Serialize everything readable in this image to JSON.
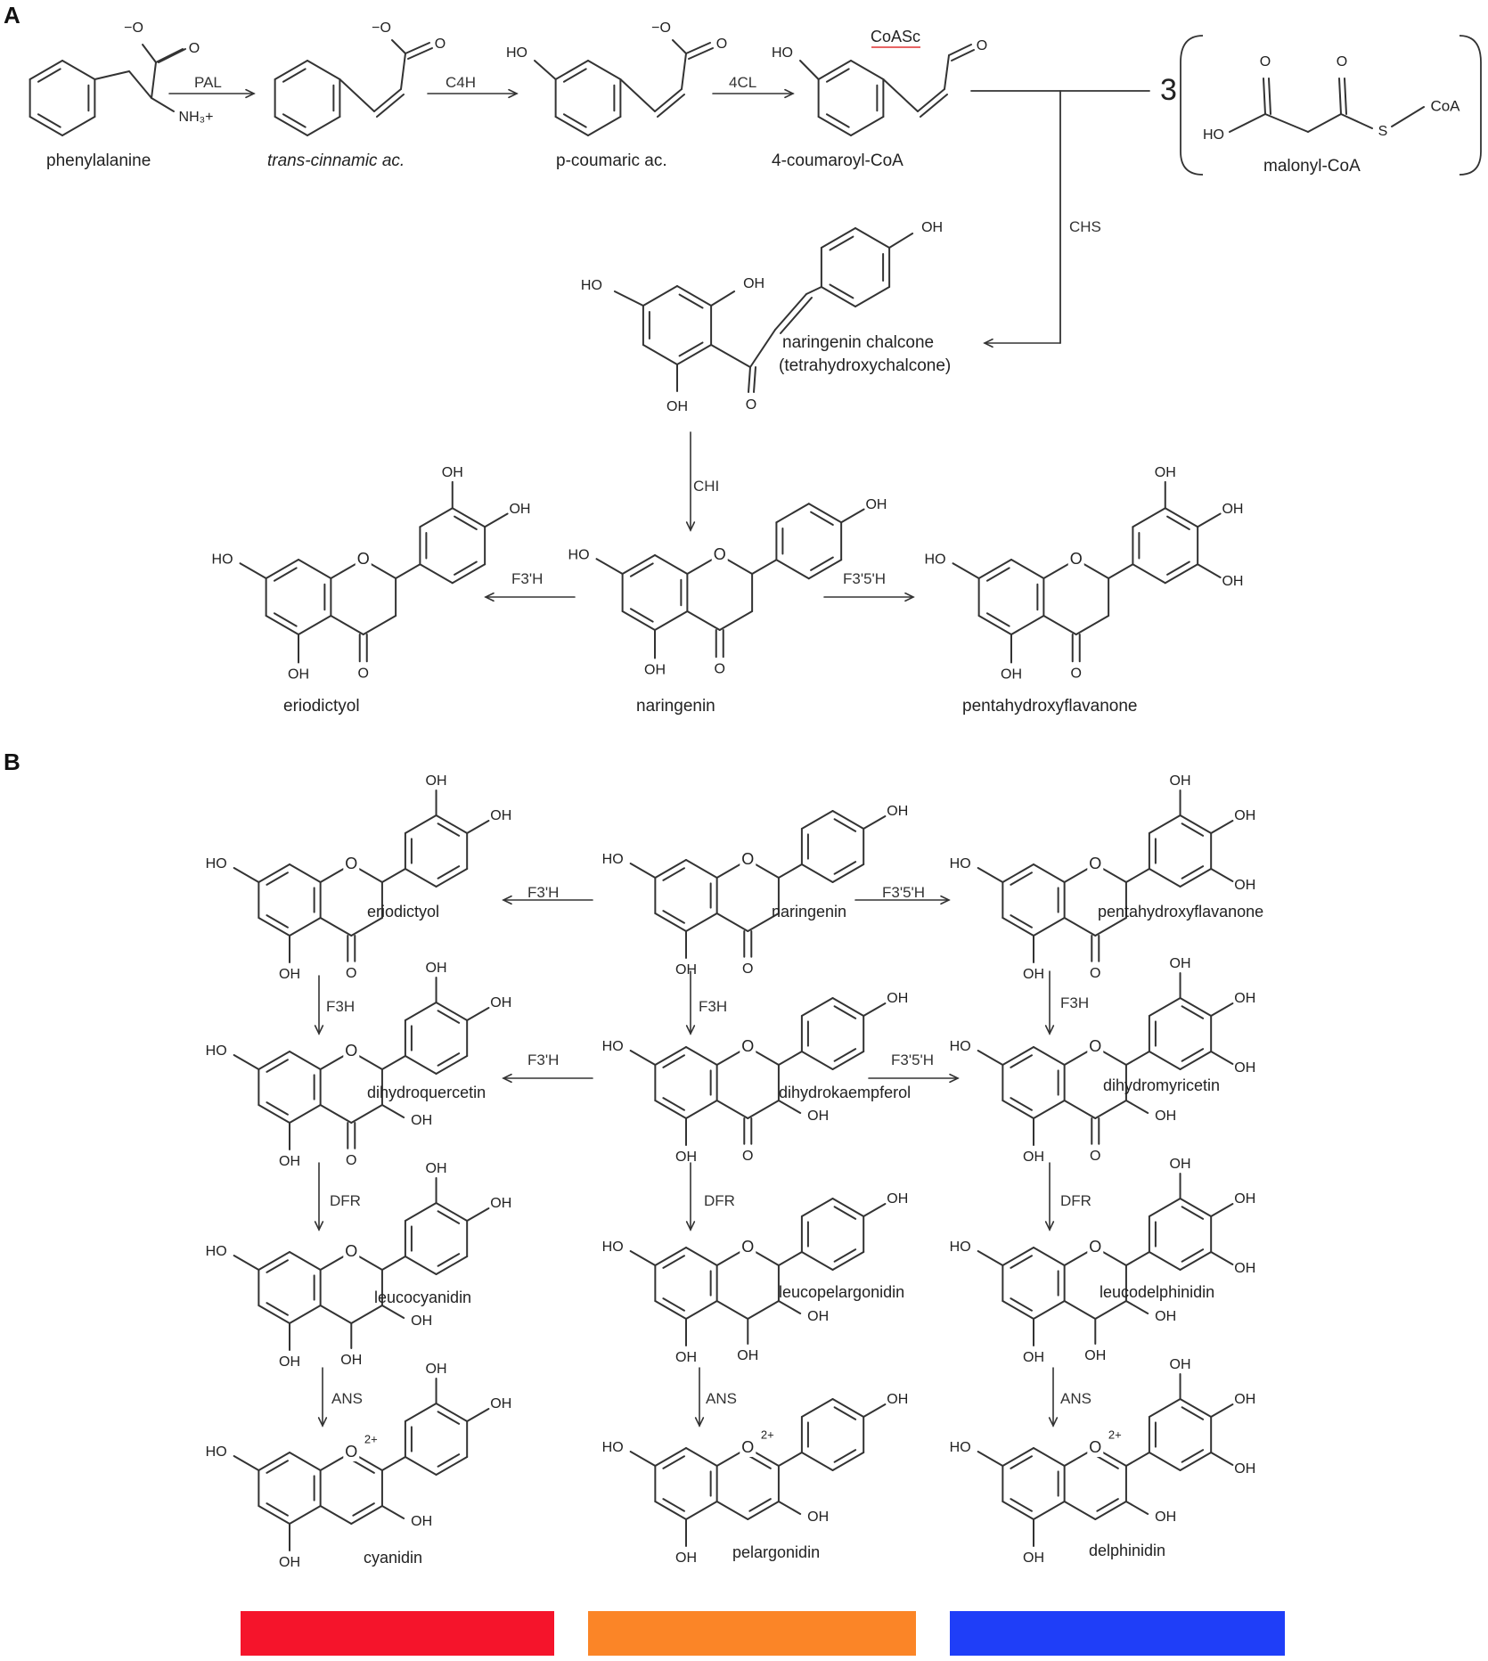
{
  "panels": {
    "a": "A",
    "b": "B"
  },
  "compounds_a": {
    "phenylalanine": "phenylalanine",
    "cinnamic": "trans-cinnamic ac.",
    "coumaric": "p-coumaric ac.",
    "coumaroyl": "4-coumaroyl-CoA",
    "malonyl": "malonyl-CoA",
    "malonyl_multiplier": "3",
    "chalcone_line1": "naringenin chalcone",
    "chalcone_line2": "(tetrahydroxychalcone)",
    "naringenin": "naringenin",
    "eriodictyol": "eriodictyol",
    "pentahydroxyflavanone": "pentahydroxyflavanone"
  },
  "enzymes_a": {
    "pal": "PAL",
    "c4h": "C4H",
    "cl4": "4CL",
    "chs": "CHS",
    "chi": "CHI",
    "f3h_prime": "F3'H",
    "f35h": "F3'5'H"
  },
  "compounds_b": {
    "eriodictyol": "eriodictyol",
    "naringenin": "naringenin",
    "pentahydroxyflavanone": "pentahydroxyflavanone",
    "dihydroquercetin": "dihydroquercetin",
    "dihydrokaempferol": "dihydrokaempferol",
    "dihydromyricetin": "dihydromyricetin",
    "leucocyanidin": "leucocyanidin",
    "leucopelargonidin": "leucopelargonidin",
    "leucodelphinidin": "leucodelphinidin",
    "cyanidin": "cyanidin",
    "pelargonidin": "pelargonidin",
    "delphinidin": "delphinidin"
  },
  "enzymes_b": {
    "f3h_prime": "F3'H",
    "f35h": "F3'5'H",
    "f3h": "F3H",
    "dfr": "DFR",
    "ans": "ANS"
  },
  "atom_labels": {
    "oh": "OH",
    "ho": "HO",
    "o": "O",
    "o_minus": "−O",
    "nh3": "NH₃+",
    "coasc": "CoASc",
    "coa": "CoA",
    "s": "S",
    "charge": "2+"
  },
  "colors": {
    "cyanidin_bar": "#f5142b",
    "pelargonidin_bar": "#fb8527",
    "delphinidin_bar": "#1f3ef8",
    "line": "#333333",
    "coasc_underline": "#e03030"
  }
}
